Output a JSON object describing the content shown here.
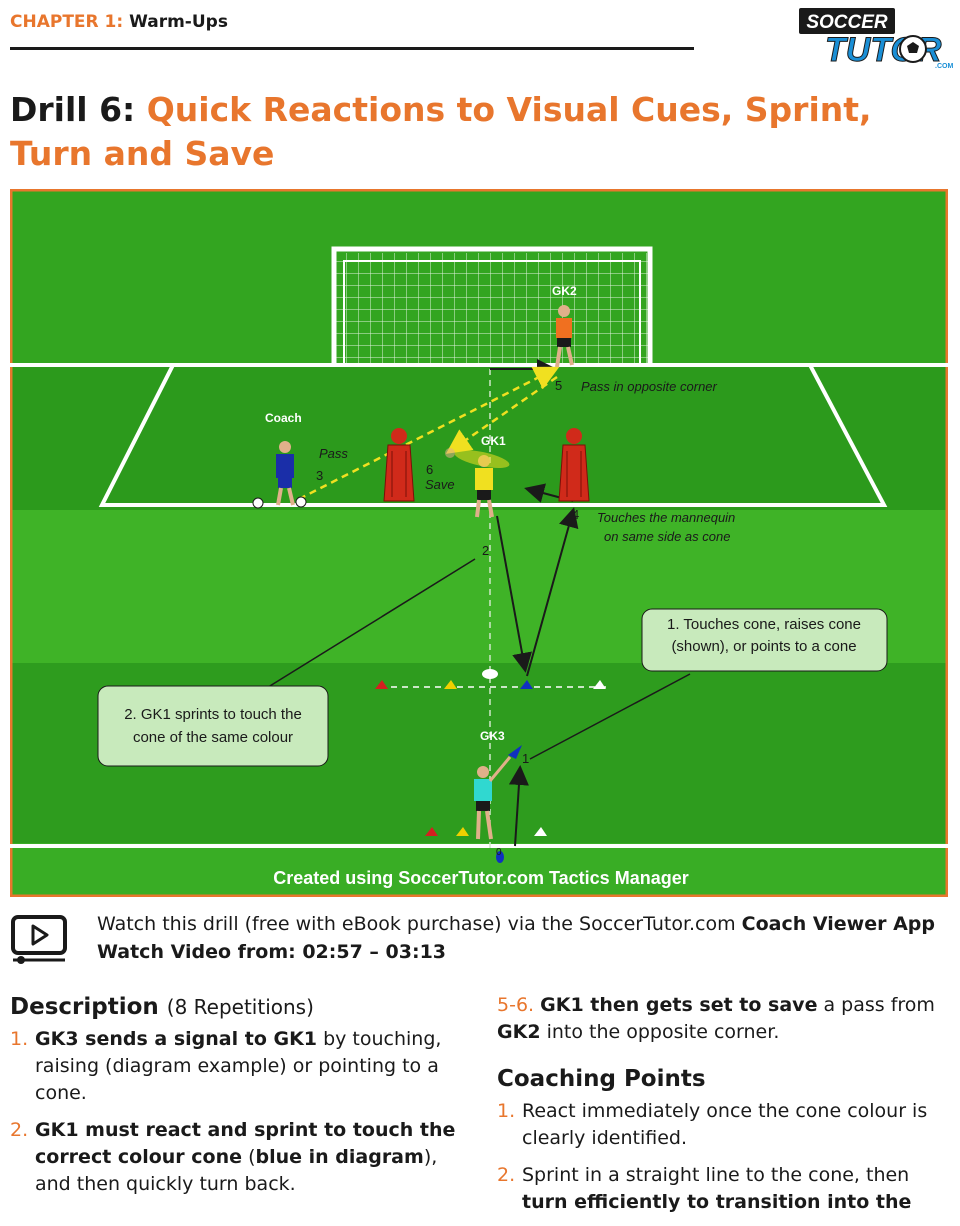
{
  "header": {
    "chapter_label": "CHAPTER 1:",
    "chapter_title": "Warm-Ups",
    "logo_text_top": "SOCCER",
    "logo_text_main": "TUTOR",
    "logo_text_sub": ".COM"
  },
  "title": {
    "drill_label": "Drill 6:",
    "drill_name": "Quick Reactions to Visual Cues, Sprint, Turn and Save"
  },
  "diagram": {
    "labels": {
      "gk2": "GK2",
      "gk1": "GK1",
      "gk3": "GK3",
      "coach": "Coach",
      "pass": "Pass",
      "save": "Save",
      "n1": "1",
      "n2": "2",
      "n3": "3",
      "n4": "4",
      "n5": "5",
      "n6": "6",
      "n0": "0",
      "pass_opposite": "Pass in opposite corner",
      "touches_line1": "Touches the mannequin",
      "touches_line2": "on same side as cone",
      "callout1_line1": "1. Touches cone, raises cone",
      "callout1_line2": "(shown), or points to a cone",
      "callout2_line1": "2. GK1 sprints to touch the",
      "callout2_line2": "cone of the same colour",
      "credit": "Created using SoccerTutor.com Tactics Manager"
    },
    "colors": {
      "pitch_dark": "#2f9a1e",
      "pitch_light": "#3fb327",
      "border": "#e8762d",
      "cone_red": "#d42020",
      "cone_yellow": "#f0d000",
      "cone_blue": "#1030c0",
      "cone_white": "#ffffff",
      "gk2_shirt": "#f07020",
      "gk1_shirt": "#f0e020",
      "gk3_shirt": "#30d8d0",
      "coach_shirt": "#1a2ea8",
      "mannequin": "#d02a1a"
    }
  },
  "video": {
    "line1_prefix": "Watch this drill (free with eBook purchase) via the SoccerTutor.com",
    "line1_app": "Coach Viewer App",
    "line2": "Watch Video from: 02:57 – 03:13"
  },
  "description": {
    "heading": "Description",
    "subheading": "(8 Repetitions)",
    "items": [
      {
        "num": "1.",
        "bold": "GK3 sends a signal to GK1",
        "rest": " by touching, raising (diagram example) or pointing to a cone."
      },
      {
        "num": "2.",
        "bold": "GK1 must react and sprint to touch the correct colour cone",
        "mid": " (",
        "bold2": "blue in diagram",
        "rest": "), and then quickly turn back."
      }
    ]
  },
  "right_column": {
    "item56": {
      "num": "5-6.",
      "bold1": "GK1 then gets set to save",
      "mid": " a pass from ",
      "bold2": "GK2",
      "rest": " into the opposite corner."
    },
    "coaching_heading": "Coaching Points",
    "coaching_items": [
      {
        "num": "1.",
        "text": "React immediately once the cone colour is clearly identified."
      },
      {
        "num": "2.",
        "text": "Sprint in a straight line to the cone, then",
        "bold": "turn efficiently to transition into the"
      }
    ]
  }
}
